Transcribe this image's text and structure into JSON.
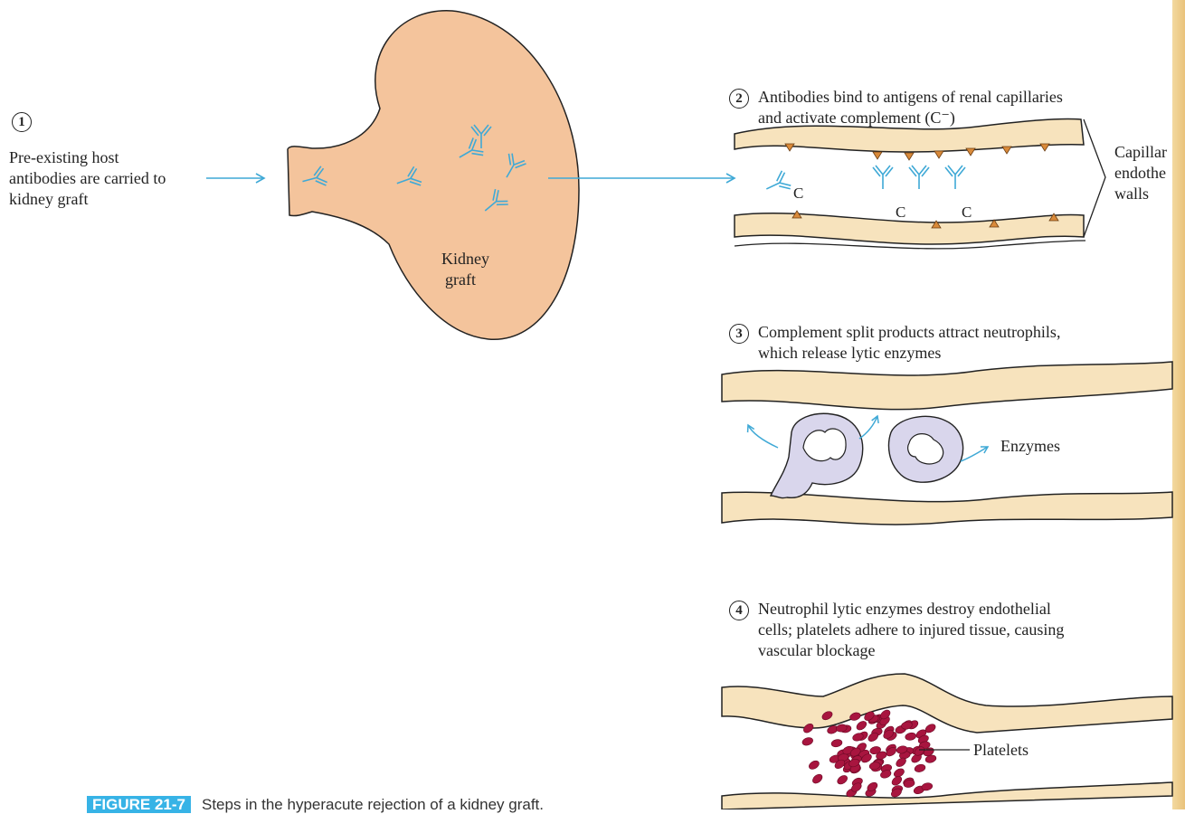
{
  "step1": {
    "number": "1",
    "text": "Pre-existing host\nantibodies are carried to\nkidney graft"
  },
  "kidney": {
    "label": "Kidney\ngraft",
    "fill": "#f4c49c"
  },
  "step2": {
    "number": "2",
    "text": "Antibodies bind to antigens of renal capillaries\nand activate complement (C⁻)"
  },
  "complement_label": "C",
  "capillary_label": "Capillar\nendothe\nwalls",
  "step3": {
    "number": "3",
    "text": "Complement split products attract neutrophils,\nwhich release lytic enzymes"
  },
  "enzymes_label": "Enzymes",
  "step4": {
    "number": "4",
    "text": "Neutrophil lytic enzymes destroy endothelial\ncells; platelets adhere to injured tissue, causing\nvascular blockage"
  },
  "platelets_label": "Platelets",
  "caption": {
    "label": "FIGURE 21-7",
    "text": "Steps in the hyperacute rejection of a kidney graft."
  },
  "colors": {
    "antibody": "#3fa9d6",
    "vessel_wall": "#f7e3bd",
    "antigen": "#d98a3a",
    "neutrophil": "#d9d6ec",
    "platelet": "#a8153f",
    "arrow": "#3fa9d6"
  }
}
